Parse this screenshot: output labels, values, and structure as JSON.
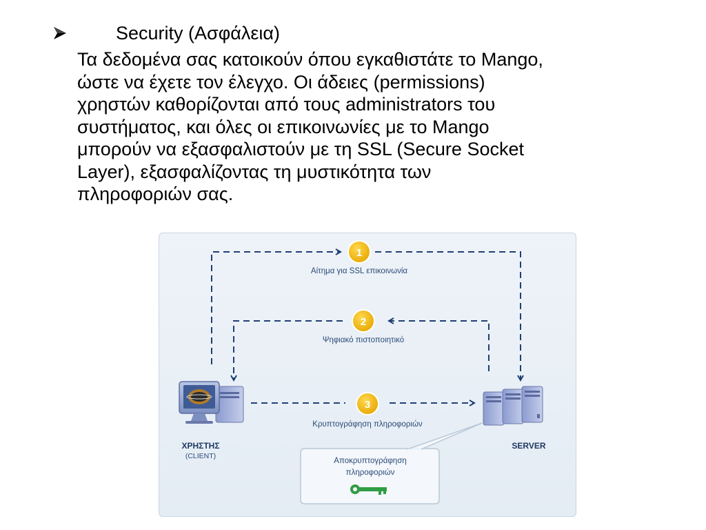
{
  "slide": {
    "bullet_title": "Security (Ασφάλεια)",
    "body_lines": [
      "Τα δεδομένα σας κατοικούν όπου εγκαθιστάτε το Mango,",
      "ώστε να έχετε τον έλεγχο. Οι άδειες (permissions)",
      "χρηστών καθορίζονται από τους administrators του",
      "συστήματος, και όλες οι επικοινωνίες με το Mango",
      "μπορούν να εξασφαλιστούν με τη SSL (Secure Socket",
      "Layer), εξασφαλίζοντας τη μυστικότητα των",
      "πληροφοριών σας."
    ]
  },
  "diagram": {
    "steps": [
      {
        "number": "1",
        "label": "Αίτημα για SSL επικοινωνία"
      },
      {
        "number": "2",
        "label": "Ψηφιακό πιστοποιητικό"
      },
      {
        "number": "3",
        "label": "Κρυπτογράφηση πληροφοριών"
      }
    ],
    "client": {
      "title": "ΧΡΗΣΤΗΣ",
      "subtitle": "(CLIENT)"
    },
    "server": {
      "title": "SERVER"
    },
    "callout": {
      "line1": "Αποκρυπτογράφηση",
      "line2": "πληροφοριών"
    },
    "icons": [
      "client-computer-icon",
      "server-rack-icon",
      "key-icon",
      "bullet-arrow-icon"
    ],
    "colors": {
      "arrow": "#1f3f73",
      "step_badge": "#f2b705",
      "key": "#2f9e44",
      "background": "#e8eff6"
    }
  }
}
